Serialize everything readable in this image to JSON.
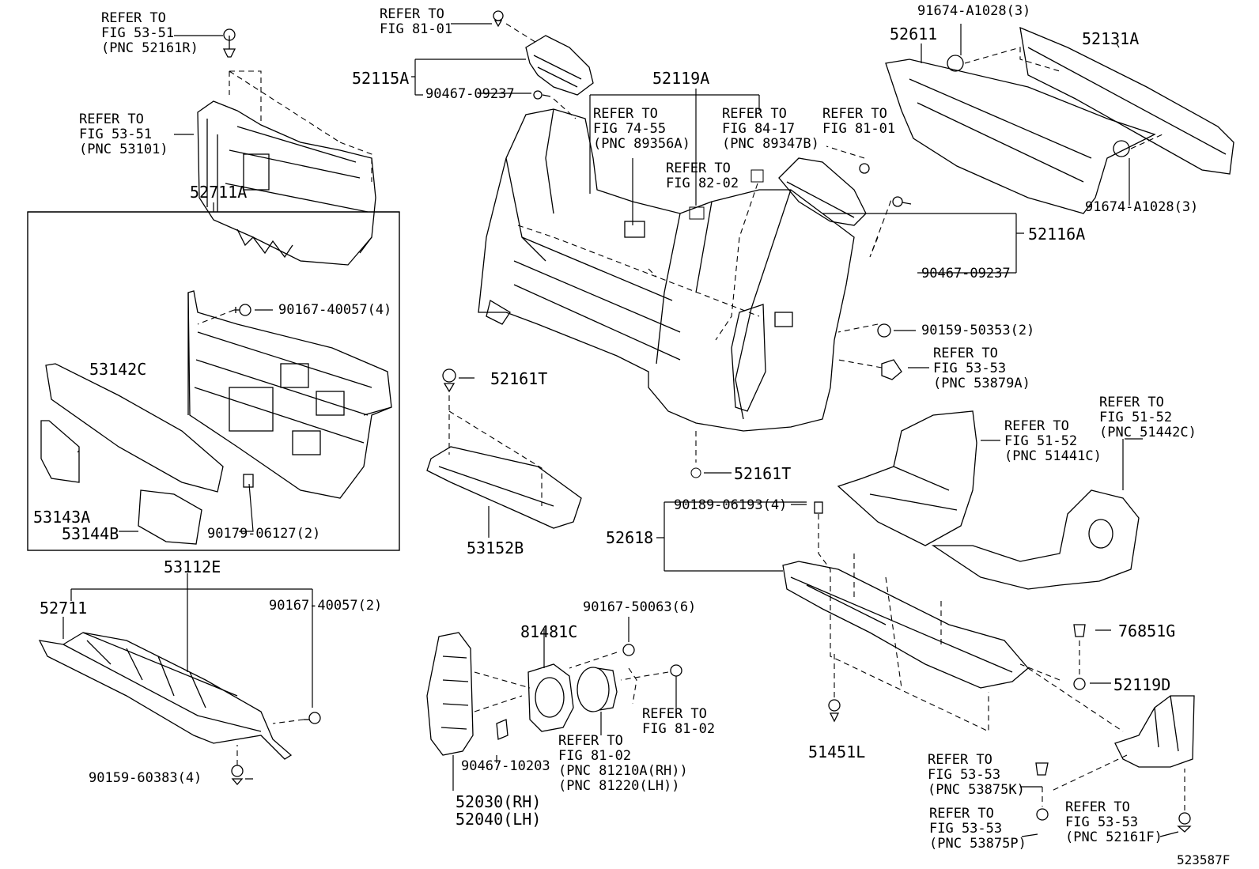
{
  "diagram_id": "523587F",
  "callouts": {
    "c_ref_53_51_r": "REFER TO\nFIG 53-51\n(PNC 52161R)",
    "c_ref_53_51_101": "REFER TO\nFIG 53-51\n(PNC 53101)",
    "c_52711a": "52711A",
    "c_90167_40057_4": "90167-40057(4)",
    "c_53142c": "53142C",
    "c_53143a": "53143A",
    "c_53144b": "53144B",
    "c_90179": "90179-06127(2)",
    "c_53112e": "53112E",
    "c_52711": "52711",
    "c_90167_40057_2": "90167-40057(2)",
    "c_90159_60383": "90159-60383(4)",
    "c_ref_81_01_top": "REFER TO\nFIG 81-01",
    "c_52115a": "52115A",
    "c_90467_09237_l": "90467-09237",
    "c_52119a": "52119A",
    "c_ref_74_55": "REFER TO\nFIG 74-55\n(PNC 89356A)",
    "c_ref_84_17": "REFER TO\nFIG 84-17\n(PNC 89347B)",
    "c_ref_82_02": "REFER TO\nFIG 82-02",
    "c_52161t_top": "52161T",
    "c_53152b": "53152B",
    "c_52161t_bot": "52161T",
    "c_52611": "52611",
    "c_91674_top": "91674-A1028(3)",
    "c_52131a": "52131A",
    "c_91674_bot": "91674-A1028(3)",
    "c_ref_81_01_right": "REFER TO\nFIG 81-01",
    "c_52116a": "52116A",
    "c_90467_09237_r": "90467-09237",
    "c_90159_50353": "90159-50353(2)",
    "c_ref_53_53_879": "REFER TO\nFIG 53-53\n(PNC 53879A)",
    "c_ref_51_52_441": "REFER TO\nFIG 51-52\n(PNC 51441C)",
    "c_ref_51_52_442": "REFER TO\nFIG 51-52\n(PNC 51442C)",
    "c_90189": "90189-06193(4)",
    "c_52618": "52618",
    "c_76851g": "76851G",
    "c_52119d": "52119D",
    "c_51451l": "51451L",
    "c_ref_53_53_875k": "REFER TO\nFIG 53-53\n(PNC 53875K)",
    "c_ref_53_53_875p": "REFER TO\nFIG 53-53\n(PNC 53875P)",
    "c_ref_53_53_161f": "REFER TO\nFIG 53-53\n(PNC 52161F)",
    "c_90167_50063": "90167-50063(6)",
    "c_81481c": "81481C",
    "c_ref_81_02_a": "REFER TO\nFIG 81-02",
    "c_ref_81_02_b": "REFER TO\nFIG 81-02\n(PNC 81210A(RH))\n(PNC 81220(LH))",
    "c_90467_10203": "90467-10203",
    "c_52030": "52030(RH)\n52040(LH)"
  }
}
